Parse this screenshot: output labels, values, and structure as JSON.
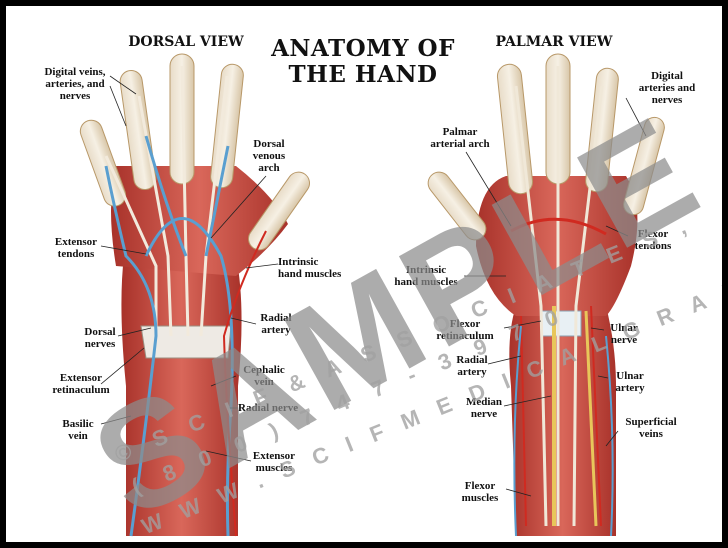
{
  "title": "ANATOMY  OF\nTHE  HAND",
  "views": {
    "dorsal": "DORSAL VIEW",
    "palmar": "PALMAR VIEW"
  },
  "labels": {
    "digital_left": "Digital veins,\narteries, and\nnerves",
    "dorsal_venous_arch": "Dorsal\nvenous\narch",
    "extensor_tendons": "Extensor\ntendons",
    "intrinsic_left": "Intrinsic\nhand muscles",
    "radial_artery_left": "Radial\nartery",
    "dorsal_nerves": "Dorsal\nnerves",
    "cephalic_vein": "Cephalic\nvein",
    "extensor_retinaculum": "Extensor\nretinaculum",
    "radial_nerve": "Radial nerve",
    "basilic_vein": "Basilic\nvein",
    "extensor_muscles": "Extensor\nmuscles",
    "palmar_arterial_arch": "Palmar\narterial arch",
    "digital_right": "Digital\narteries and\nnerves",
    "flexor_tendons": "Flexor\ntendons",
    "intrinsic_right": "Intrinsic\nhand muscles",
    "flexor_retinaculum": "Flexor\nretinaculum",
    "ulnar_nerve": "Ulnar\nnerve",
    "radial_artery_right": "Radial\nartery",
    "ulnar_artery": "Ulnar\nartery",
    "median_nerve": "Median\nnerve",
    "superficial_veins": "Superficial\nveins",
    "flexor_muscles": "Flexor\nmuscles"
  },
  "watermark": {
    "big": "SAMPLE",
    "company": "© S C I F   &   A S S O C I A T E S ,",
    "phone": "( 8 0 0 )   7 4 7 - 3 9 7 0",
    "web": "W W W . S C I F M E D I C A L G R A P H I C S . C O M"
  },
  "colors": {
    "background": "#ffffff",
    "frame": "#000000",
    "muscle": "#c84a3a",
    "vein": "#5a9fd0",
    "artery": "#d02a20",
    "nerve": "#e8c65a",
    "tendon": "#f0ece4"
  }
}
